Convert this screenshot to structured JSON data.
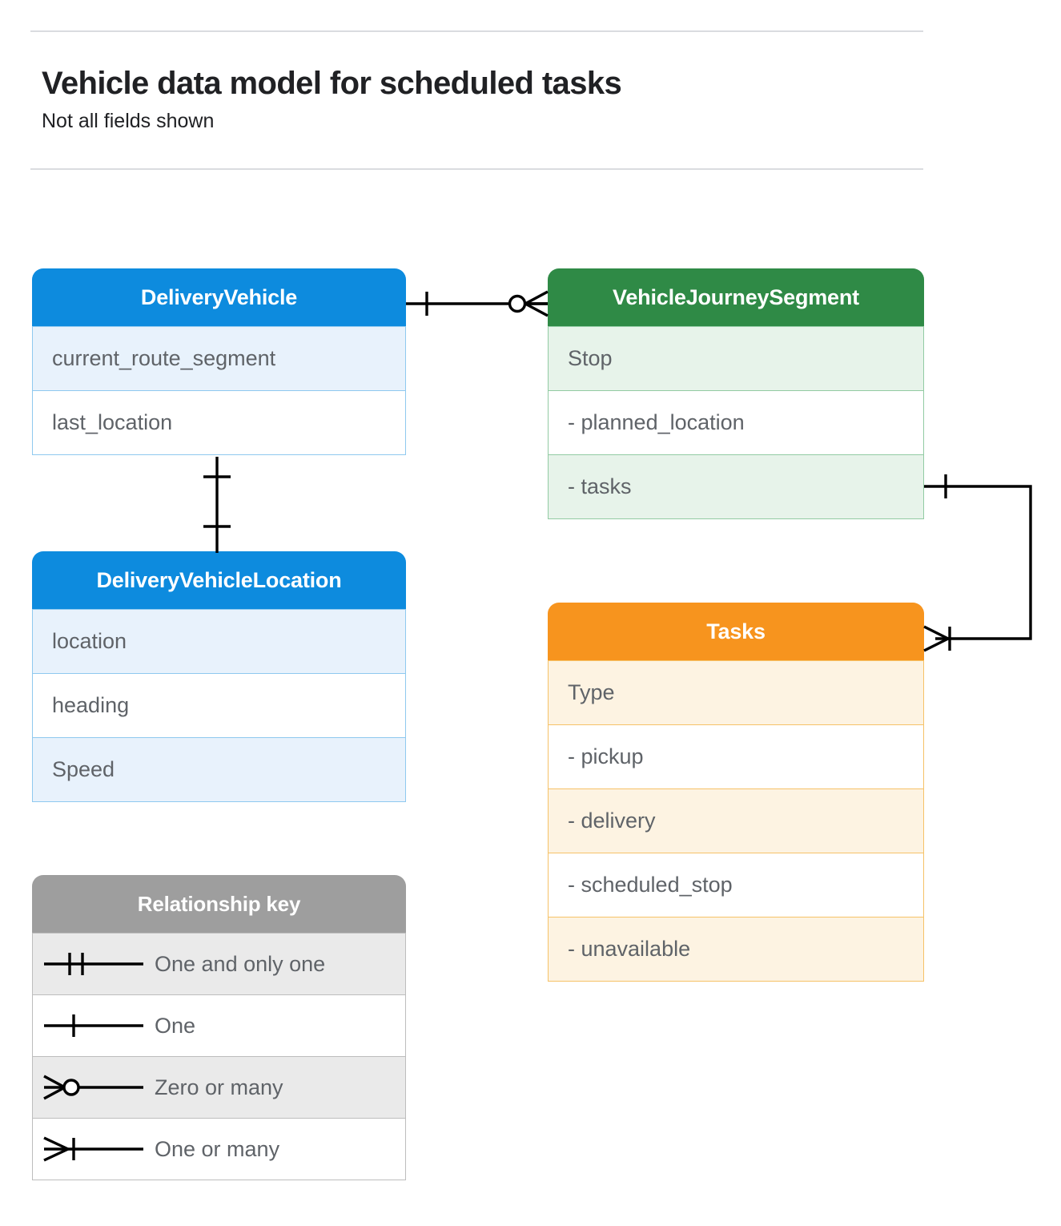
{
  "header": {
    "title": "Vehicle data model for scheduled tasks",
    "subtitle": "Not all fields shown"
  },
  "colors": {
    "blue_header": "#0d8bde",
    "blue_row_tint": "#e8f2fc",
    "blue_border": "#8fc9ef",
    "green_header": "#2f8a46",
    "green_row_tint": "#e7f3ea",
    "green_border": "#92cba3",
    "orange_header": "#f7941e",
    "orange_row_tint": "#fdf3e2",
    "orange_border": "#f6c268",
    "grey_header": "#9e9e9e",
    "grey_row_tint": "#eaeaea",
    "grey_border": "#bdbdbd",
    "text_muted": "#5f6368",
    "text_dark": "#202124",
    "connector": "#000000",
    "rule": "#dadce0"
  },
  "entities": [
    {
      "id": "delivery-vehicle",
      "title": "DeliveryVehicle",
      "theme": "blue",
      "rows": [
        {
          "label": "current_route_segment",
          "tint": true
        },
        {
          "label": "last_location",
          "tint": false
        }
      ]
    },
    {
      "id": "vehicle-journey-segment",
      "title": "VehicleJourneySegment",
      "theme": "green",
      "rows": [
        {
          "label": "Stop",
          "tint": true
        },
        {
          "label": "-  planned_location",
          "tint": false
        },
        {
          "label": "- tasks",
          "tint": true
        }
      ]
    },
    {
      "id": "delivery-vehicle-location",
      "title": "DeliveryVehicleLocation",
      "theme": "blue",
      "rows": [
        {
          "label": "location",
          "tint": true
        },
        {
          "label": "heading",
          "tint": false
        },
        {
          "label": "Speed",
          "tint": true
        }
      ]
    },
    {
      "id": "tasks",
      "title": "Tasks",
      "theme": "orange",
      "rows": [
        {
          "label": "Type",
          "tint": true
        },
        {
          "label": "-  pickup",
          "tint": false
        },
        {
          "label": "-  delivery",
          "tint": true
        },
        {
          "label": "-  scheduled_stop",
          "tint": false
        },
        {
          "label": "-  unavailable",
          "tint": true
        }
      ]
    }
  ],
  "legend": {
    "title": "Relationship key",
    "rows": [
      {
        "symbol": "one-and-only-one-icon",
        "label": "One and only one",
        "tint": true
      },
      {
        "symbol": "one-icon",
        "label": "One",
        "tint": false
      },
      {
        "symbol": "zero-or-many-icon",
        "label": "Zero or many",
        "tint": true
      },
      {
        "symbol": "one-or-many-icon",
        "label": "One or many",
        "tint": false
      }
    ]
  },
  "relationships": [
    {
      "id": "vehicle-to-journey-segment",
      "from": "DeliveryVehicle",
      "to": "VehicleJourneySegment",
      "from_cardinality": "One",
      "to_cardinality": "Zero or many"
    },
    {
      "id": "vehicle-to-vehicle-location",
      "from": "DeliveryVehicle",
      "to": "DeliveryVehicleLocation",
      "from_cardinality": "One",
      "to_cardinality": "One"
    },
    {
      "id": "journey-segment-tasks-to-tasks",
      "from": "VehicleJourneySegment.tasks",
      "to": "Tasks",
      "from_cardinality": "One",
      "to_cardinality": "One or many"
    }
  ]
}
